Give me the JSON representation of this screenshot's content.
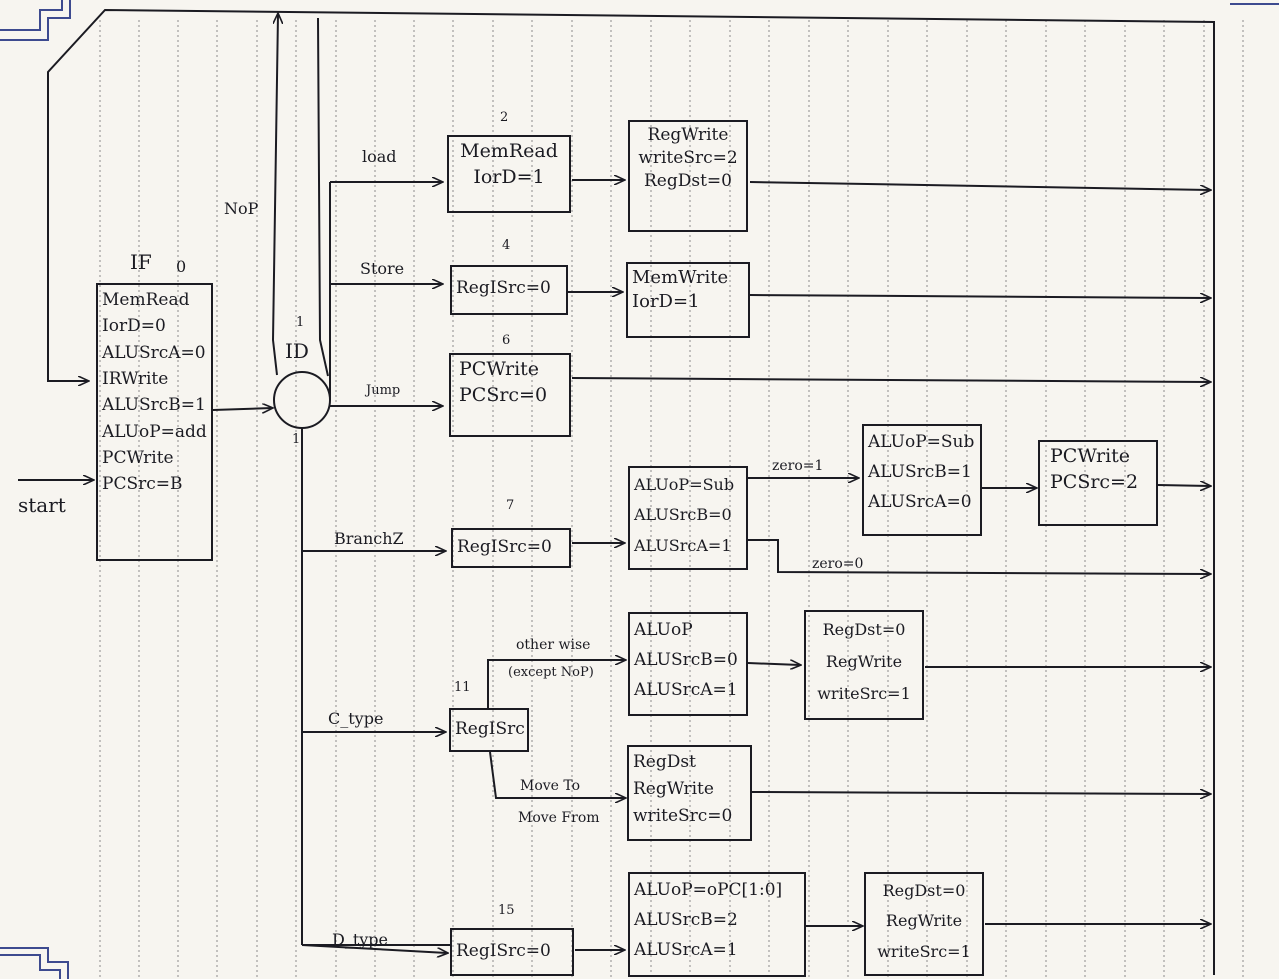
{
  "states": {
    "if_title": "IF",
    "if_num": "0",
    "if_box": [
      "MemRead",
      "IorD=0",
      "ALUSrcA=0",
      "IRWrite",
      "ALUSrcB=1",
      "ALUoP=add",
      "PCWrite",
      "PCSrc=B"
    ],
    "id_title": "ID",
    "id_num_top": "1",
    "id_num_bottom": "1",
    "start_label": "start",
    "nop_label": "NoP",
    "branch_labels": {
      "load": "load",
      "store": "Store",
      "jump": "Jump",
      "branch": "BranchZ",
      "ctype": "C_type",
      "dtype": "D_type"
    },
    "state_numbers": {
      "s2": "2",
      "s4": "4",
      "s6": "6",
      "s7": "7",
      "s11": "11",
      "s15": "15"
    },
    "load1": [
      "MemRead",
      "IorD=1"
    ],
    "load2": [
      "RegWrite",
      "writeSrc=2",
      "RegDst=0"
    ],
    "store1": [
      "RegISrc=0"
    ],
    "store2": [
      "MemWrite",
      "IorD=1"
    ],
    "jump1": [
      "PCWrite",
      "PCSrc=0"
    ],
    "branch1": [
      "RegISrc=0"
    ],
    "branch2": [
      "ALUoP=Sub",
      "ALUSrcB=0",
      "ALUSrcA=1"
    ],
    "branch3": [
      "ALUoP=Sub",
      "ALUSrcB=1",
      "ALUSrcA=0"
    ],
    "branch4": [
      "PCWrite",
      "PCSrc=2"
    ],
    "zero1": "zero=1",
    "zero0": "zero=0",
    "ctype1": [
      "RegISrc"
    ],
    "ctype_other": "other wise",
    "ctype_except": "(except NoP)",
    "ctype_move_to": "Move To",
    "ctype_move_from": "Move From",
    "ctype2": [
      "ALUoP",
      "ALUSrcB=0",
      "ALUSrcA=1"
    ],
    "ctype3": [
      "RegDst=0",
      "RegWrite",
      "writeSrc=1"
    ],
    "ctype4": [
      "RegDst",
      "RegWrite",
      "writeSrc=0"
    ],
    "dtype1": [
      "RegISrc=0"
    ],
    "dtype2": [
      "ALUoP=oPC[1:0]",
      "ALUSrcB=2",
      "ALUSrcA=1"
    ],
    "dtype3": [
      "RegDst=0",
      "RegWrite",
      "writeSrc=1"
    ]
  }
}
